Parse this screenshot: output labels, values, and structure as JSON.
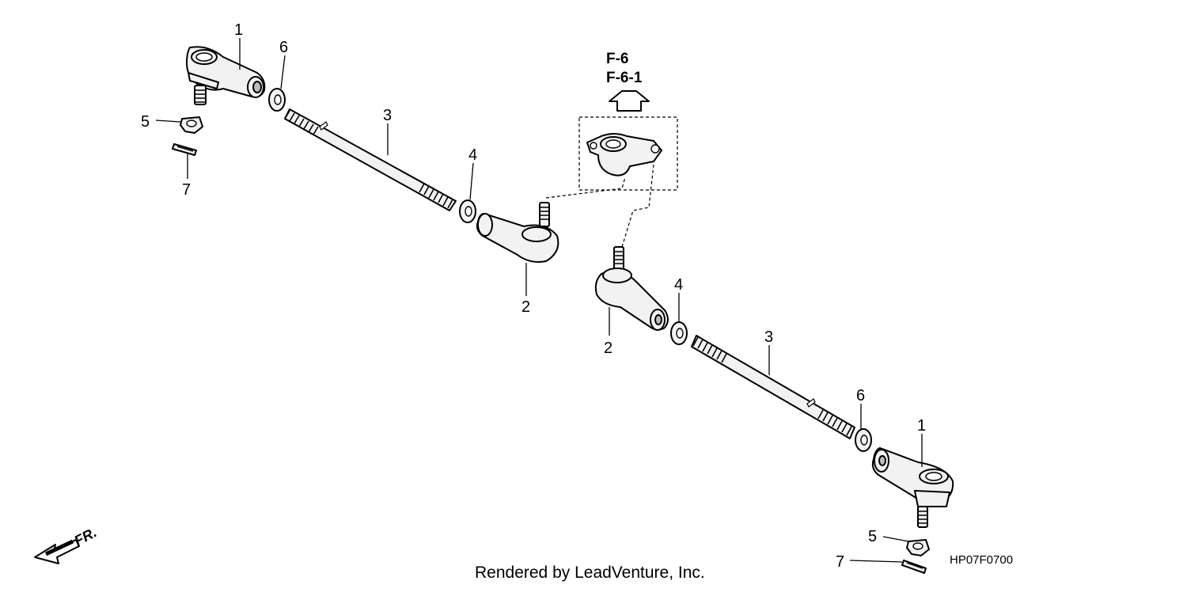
{
  "diagram": {
    "callouts": {
      "p1_left": "1",
      "p6_left": "6",
      "p5_left": "5",
      "p7_left": "7",
      "p3_left": "3",
      "p4_left": "4",
      "p2_left": "2",
      "p2_right": "2",
      "p4_right": "4",
      "p3_right": "3",
      "p6_right": "6",
      "p1_right": "1",
      "p5_right": "5",
      "p7_right": "7"
    },
    "reference": {
      "line1": "F-6",
      "line2": "F-6-1"
    },
    "direction_label": "FR.",
    "diagram_code": "HP07F0700",
    "credit": "Rendered by LeadVenture, Inc."
  },
  "icons": {
    "reference_arrow": "up-arrow-icon",
    "front_arrow": "front-direction-arrow-icon"
  }
}
